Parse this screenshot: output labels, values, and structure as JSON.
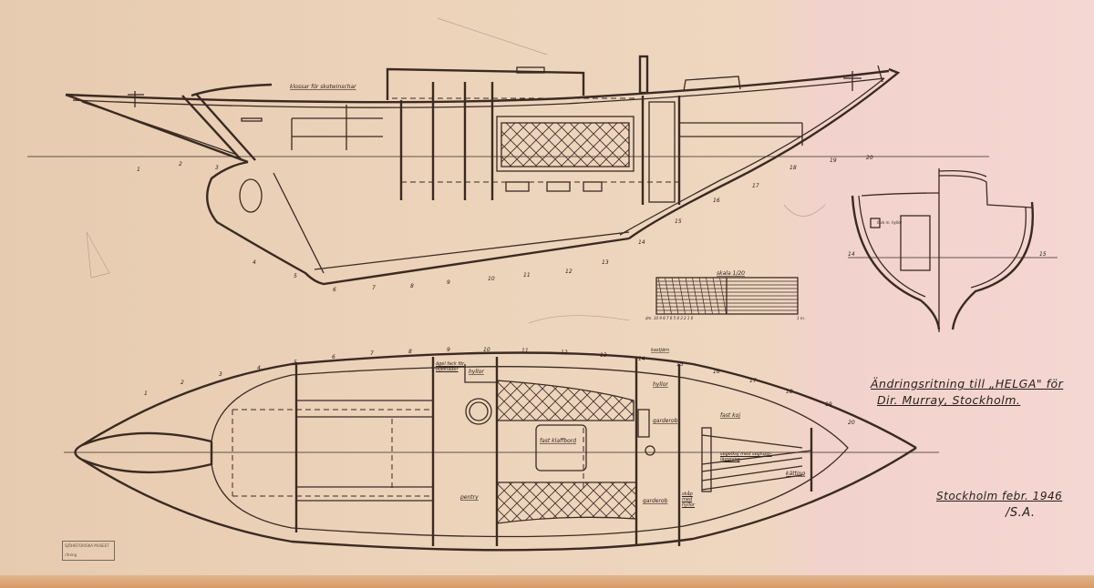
{
  "title_block": {
    "line1": "Ändringsritning till „HELGA\" för",
    "line2": "Dir. Murray, Stockholm.",
    "place_date": "Stockholm febr. 1946",
    "signature": "/S.A."
  },
  "stamp": {
    "line1": "SJÖHISTORISKA MUSEET",
    "line2": "ritning"
  },
  "profile_labels": {
    "winch_note": "klossar för skotwinschar"
  },
  "section_labels": {
    "note": "fack m. hyllor",
    "frame_left": "14",
    "frame_right": "15"
  },
  "scale": {
    "title": "skala 1/20",
    "left": "dm. 10 9 8 7 6 5 4 3 2 1 0",
    "right": "1 m."
  },
  "plan_labels": {
    "oilskins": "ägel fack för oljekläder",
    "shelves1": "hyllor",
    "table": "fast klaffbord",
    "shelves2": "hyllor",
    "wardrobe1": "garderob",
    "berth": "fast koj",
    "chain": "kätting",
    "galley": "pentry",
    "wardrobe2": "garderob",
    "cabinet": "skåp med hyllor",
    "sails": "segelkoj med seglupp­läggning",
    "anchor": "kastjärn"
  },
  "frames": [
    "1",
    "2",
    "3",
    "4",
    "5",
    "6",
    "7",
    "8",
    "9",
    "10",
    "11",
    "12",
    "13",
    "14",
    "15",
    "16",
    "17",
    "18",
    "19",
    "20"
  ]
}
